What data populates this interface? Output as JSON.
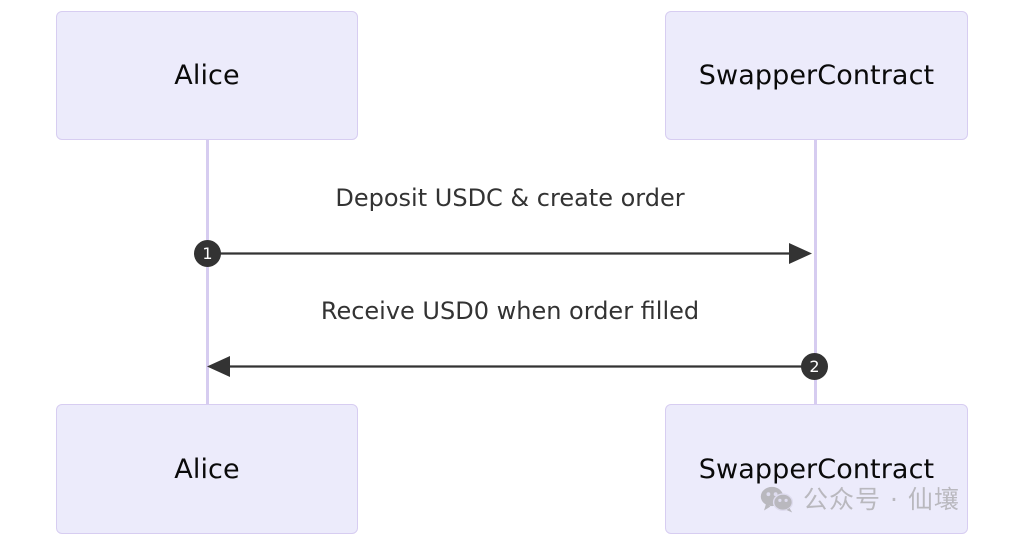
{
  "diagram": {
    "type": "sequence-diagram",
    "participants": [
      {
        "id": "alice",
        "label": "Alice"
      },
      {
        "id": "swapper",
        "label": "SwapperContract"
      }
    ],
    "messages": [
      {
        "number": "1",
        "label": "Deposit USDC & create order",
        "from": "alice",
        "to": "swapper",
        "direction": "right"
      },
      {
        "number": "2",
        "label": "Receive USD0 when order filled",
        "from": "swapper",
        "to": "alice",
        "direction": "left"
      }
    ],
    "colors": {
      "box_fill": "#ecebfb",
      "box_border": "#d7cdf1",
      "lifeline": "#d6ccf0",
      "arrow": "#333333",
      "badge_fill": "#333333",
      "badge_text": "#ffffff",
      "label_text": "#333333",
      "participant_text": "#0a0a0a",
      "background": "#ffffff"
    }
  },
  "watermark": {
    "icon": "wechat-icon",
    "text": "公众号 · 仙壤",
    "color": "#9a9a9a"
  }
}
